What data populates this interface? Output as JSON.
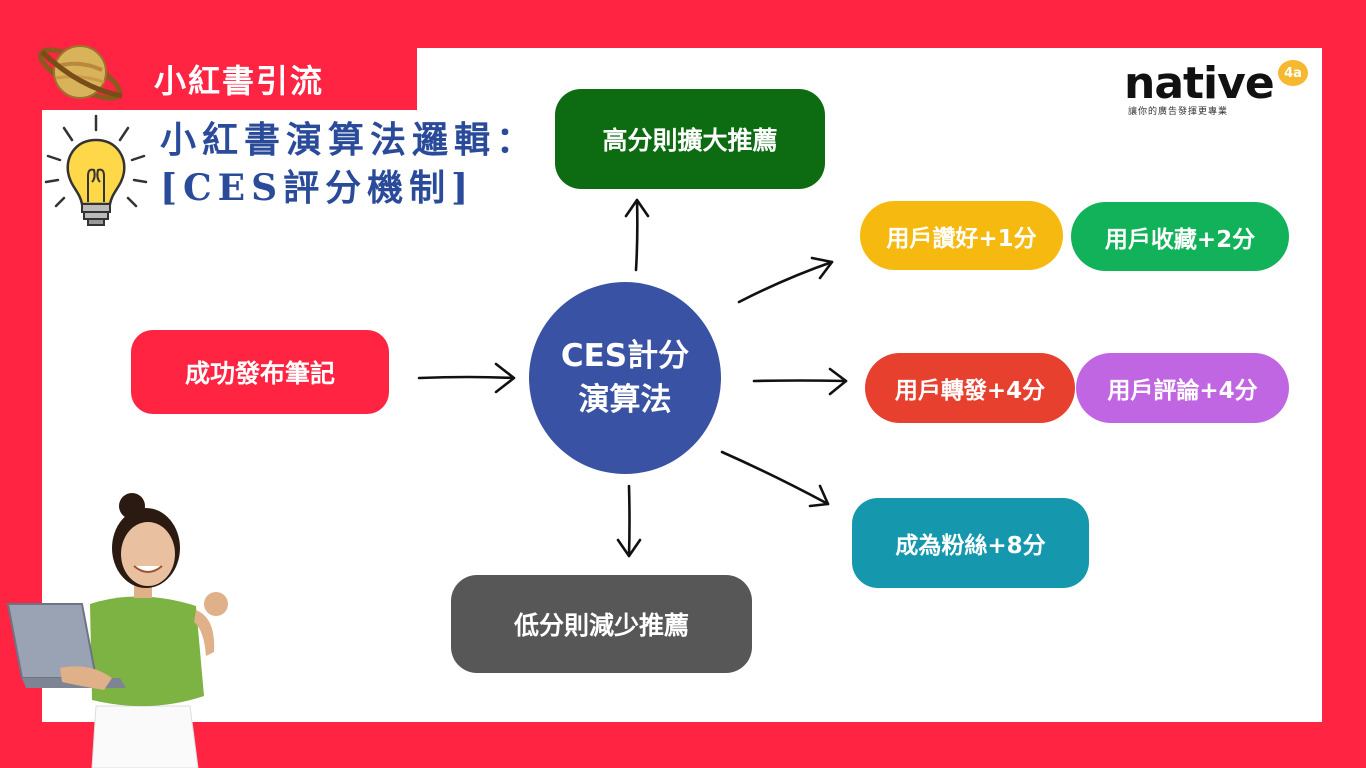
{
  "header": {
    "tab_label": "小紅書引流"
  },
  "headline": {
    "line1": "小紅書演算法邏輯：",
    "line2": "[CES評分機制]"
  },
  "logo": {
    "word": "native",
    "badge": "4a",
    "tagline": "讓你的廣告發揮更專業"
  },
  "diagram": {
    "center": {
      "line1": "CES計分",
      "line2": "演算法"
    },
    "source": {
      "label": "成功發布筆記"
    },
    "top": {
      "label": "高分則擴大推薦"
    },
    "bottom": {
      "label": "低分則減少推薦"
    },
    "scores": [
      {
        "label": "用戶讚好+1分"
      },
      {
        "label": "用戶收藏+2分"
      },
      {
        "label": "用戶轉發+4分"
      },
      {
        "label": "用戶評論+4分"
      },
      {
        "label": "成為粉絲+8分"
      }
    ]
  },
  "colors": {
    "brand_red": "#ff2442",
    "center_blue": "#3a52a4",
    "high_green": "#0d6b12",
    "low_gray": "#575757",
    "like_yellow": "#f5b90f",
    "collect_green": "#12b25a",
    "share_red": "#e8402e",
    "comment_purple": "#c066e2",
    "fan_teal": "#1597ae"
  }
}
